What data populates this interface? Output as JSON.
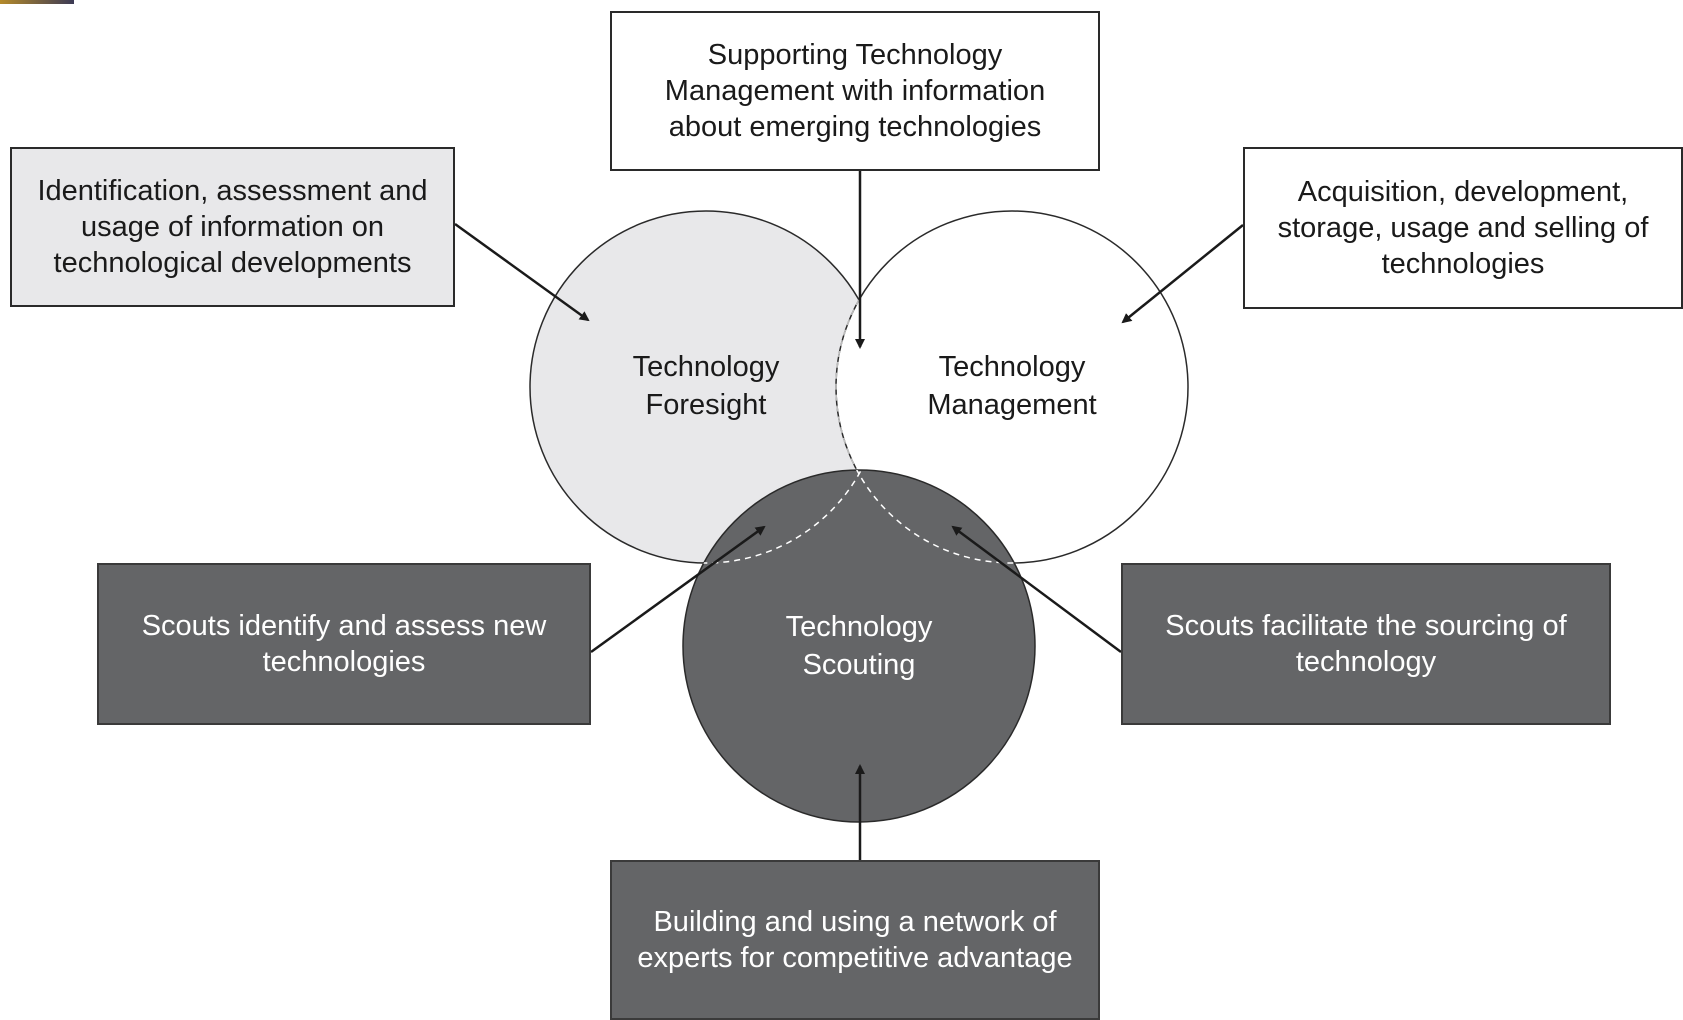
{
  "colors": {
    "foresight_fill": "#e8e8ea",
    "management_fill": "#ffffff",
    "scouting_fill": "#646567",
    "outline": "#2a2a2a",
    "dashed_overlap": "#ffffff"
  },
  "circles": {
    "foresight": {
      "label": "Technology\nForesight"
    },
    "management": {
      "label": "Technology\nManagement"
    },
    "scouting": {
      "label": "Technology\nScouting"
    }
  },
  "boxes": {
    "top": {
      "text": "Supporting Technology Management with information about emerging technologies"
    },
    "top_left": {
      "text": "Identification, assessment and usage of information on technological developments"
    },
    "top_right": {
      "text": "Acquisition, development, storage, usage and selling of technologies"
    },
    "mid_left": {
      "text": "Scouts identify and assess new technologies"
    },
    "mid_right": {
      "text": "Scouts facilitate the sourcing of technology"
    },
    "bottom": {
      "text": "Building and using a network of experts for competitive advantage"
    }
  }
}
